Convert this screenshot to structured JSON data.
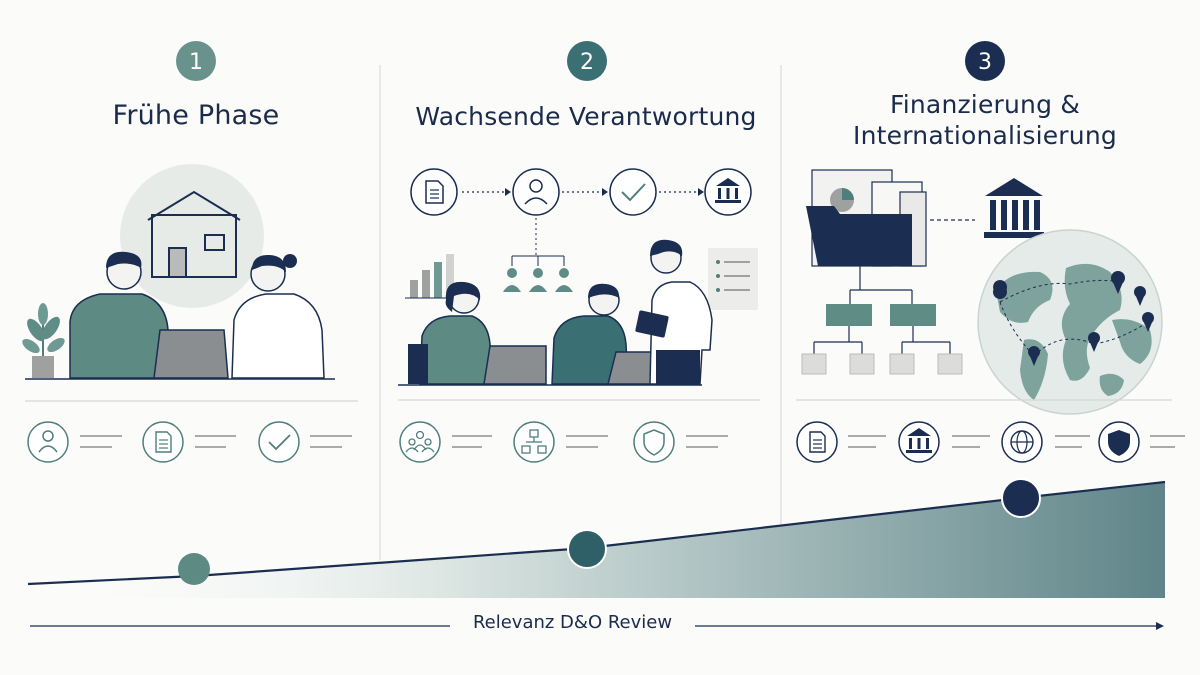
{
  "colors": {
    "navy": "#1b2e52",
    "teal": "#4f7f7c",
    "teal_dark": "#2f5f66",
    "sage": "#6f9a93",
    "light_teal": "#dbe7e3",
    "gray": "#9a9c9d",
    "background": "#fbfbf9"
  },
  "phases": [
    {
      "number": "1",
      "title": "Frühe Phase",
      "icons": [
        "user-icon",
        "document-icon",
        "check-icon"
      ]
    },
    {
      "number": "2",
      "title": "Wachsende Verantwortung",
      "icons": [
        "group-icon",
        "org-chart-icon",
        "shield-icon"
      ]
    },
    {
      "number": "3",
      "title_lines": [
        "Finanzierung &",
        "Internationalisierung"
      ],
      "icons": [
        "document-icon",
        "bank-icon",
        "globe-icon",
        "shield-icon"
      ]
    }
  ],
  "axis": {
    "label": "Relevanz D&O Review"
  }
}
